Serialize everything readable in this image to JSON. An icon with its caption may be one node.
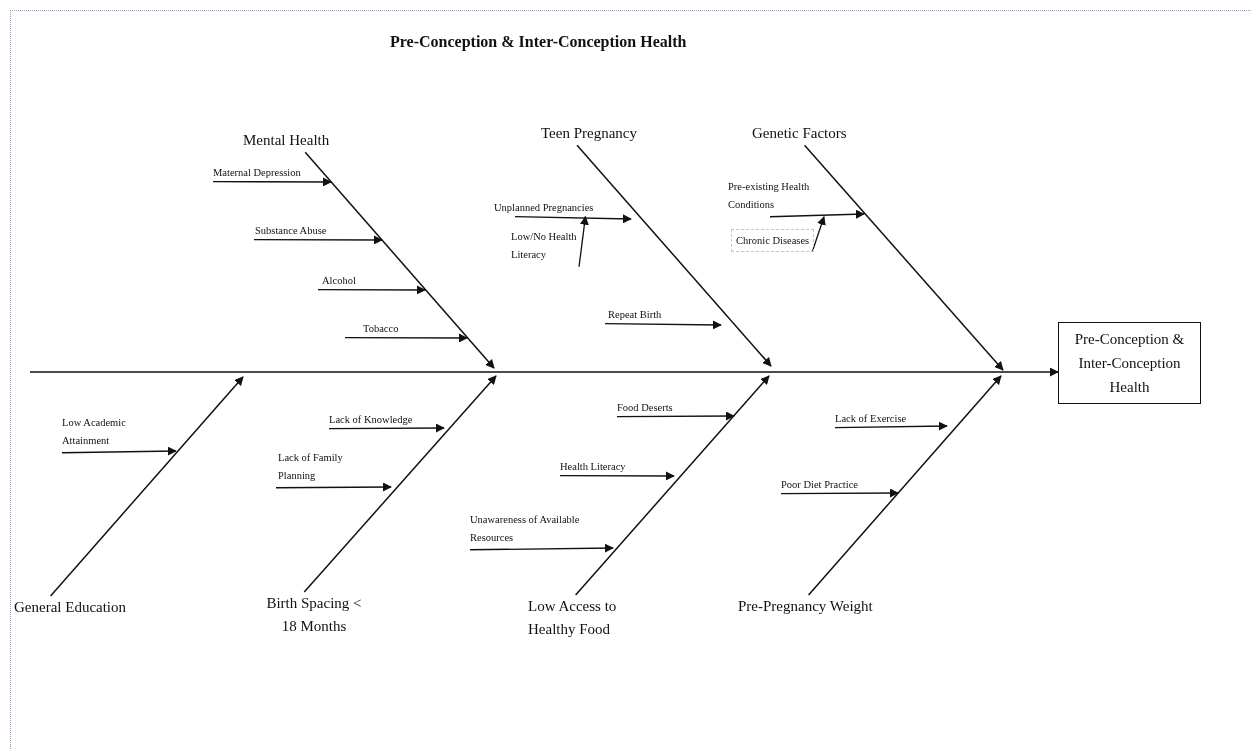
{
  "diagram": {
    "title": "Pre-Conception & Inter-Conception Health",
    "nodes": [
      {
        "text": [
          "Mental Health"
        ]
      },
      {
        "text": [
          "Teen Pregnancy"
        ]
      },
      {
        "text": [
          "Genetic Factors"
        ]
      },
      {
        "text": [
          "Maternal Depression"
        ]
      },
      {
        "text": [
          "Substance Abuse"
        ]
      },
      {
        "text": [
          "Alcohol"
        ]
      },
      {
        "text": [
          "Tobacco"
        ]
      },
      {
        "text": [
          "Unplanned Pregnancies"
        ]
      },
      {
        "text": [
          "Low/No Health Literacy"
        ]
      },
      {
        "text": [
          "Repeat Birth"
        ]
      },
      {
        "text": [
          "Pre-existing Health Conditions"
        ]
      },
      {
        "text": [
          "Chronic Diseases"
        ]
      },
      {
        "text": [
          "Pre-Conception & Inter-Conception Health"
        ]
      },
      {
        "text": [
          "Low Academic Attainment"
        ]
      },
      {
        "text": [
          "Lack of Knowledge"
        ]
      },
      {
        "text": [
          "Lack of Family Planning"
        ]
      },
      {
        "text": [
          "Food Deserts"
        ]
      },
      {
        "text": [
          "Health Literacy"
        ]
      },
      {
        "text": [
          "Unawareness of Available Resources"
        ]
      },
      {
        "text": [
          "Lack of Exercise"
        ]
      },
      {
        "text": [
          "Poor Diet Practice"
        ]
      },
      {
        "text": [
          "General Education"
        ]
      },
      {
        "text": [
          "Birth Spacing < 18 Months"
        ]
      },
      {
        "text": [
          "Low Access to Healthy Food"
        ]
      },
      {
        "text": [
          "Pre-Pregnancy Weight"
        ]
      }
    ],
    "edges": [
      {
        "from": null,
        "to": 12,
        "arrow": "to"
      },
      {
        "from": 0,
        "to": null,
        "arrow": "to"
      },
      {
        "from": 1,
        "to": null,
        "arrow": "to"
      },
      {
        "from": 2,
        "to": null,
        "arrow": "to"
      },
      {
        "from": 21,
        "to": null,
        "arrow": "to"
      },
      {
        "from": 22,
        "to": null,
        "arrow": "to"
      },
      {
        "from": 23,
        "to": null,
        "arrow": "to"
      },
      {
        "from": 24,
        "to": null,
        "arrow": "to"
      },
      {
        "from": 3,
        "to": null,
        "arrow": "to"
      },
      {
        "from": 4,
        "to": null,
        "arrow": "to"
      },
      {
        "from": 5,
        "to": null,
        "arrow": "to"
      },
      {
        "from": 6,
        "to": null,
        "arrow": "to"
      },
      {
        "from": 7,
        "to": null,
        "arrow": "to"
      },
      {
        "from": 8,
        "to": 7,
        "arrow": "to"
      },
      {
        "from": 9,
        "to": null,
        "arrow": "to"
      },
      {
        "from": 10,
        "to": null,
        "arrow": "to"
      },
      {
        "from": 11,
        "to": 10,
        "arrow": "to"
      },
      {
        "from": 13,
        "to": null,
        "arrow": "to"
      },
      {
        "from": 14,
        "to": null,
        "arrow": "to"
      },
      {
        "from": 15,
        "to": null,
        "arrow": "to"
      },
      {
        "from": 16,
        "to": null,
        "arrow": "to"
      },
      {
        "from": 17,
        "to": null,
        "arrow": "to"
      },
      {
        "from": 18,
        "to": null,
        "arrow": "to"
      },
      {
        "from": 19,
        "to": null,
        "arrow": "to"
      },
      {
        "from": 20,
        "to": null,
        "arrow": "to"
      }
    ]
  }
}
